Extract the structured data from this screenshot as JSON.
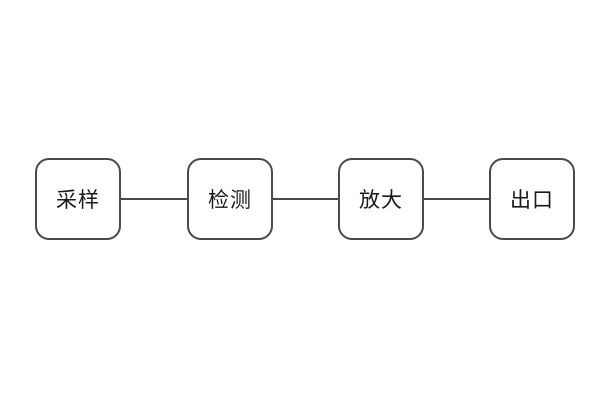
{
  "diagram": {
    "type": "flowchart",
    "nodes": [
      {
        "label": "采样"
      },
      {
        "label": "检测"
      },
      {
        "label": "放大"
      },
      {
        "label": "出口"
      }
    ],
    "connections": [
      {
        "from": "采样",
        "to": "检测"
      },
      {
        "from": "检测",
        "to": "放大"
      },
      {
        "from": "放大",
        "to": "出口"
      }
    ],
    "colors": {
      "line": "#4a4a4a",
      "text": "#1a1a1a",
      "background": "#ffffff"
    }
  }
}
